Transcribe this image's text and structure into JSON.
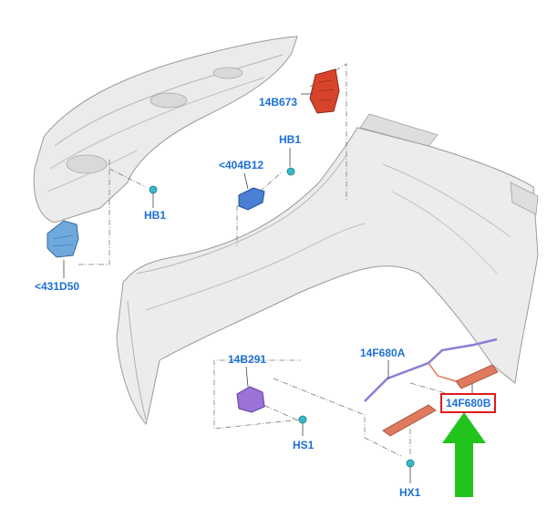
{
  "labels": {
    "part_14b673": "14B673",
    "part_hb1_top": "HB1",
    "part_404b12": "<404B12",
    "part_hb1_left": "HB1",
    "part_431d50": "<431D50",
    "part_14b291": "14B291",
    "part_14f680a": "14F680A",
    "part_14f680b": "14F680B",
    "part_hs1": "HS1",
    "part_hx1": "HX1"
  },
  "colors": {
    "label_text": "#1d6fd6",
    "highlight_box": "#e01b1b",
    "arrow": "#22c31d",
    "part_red": "#d8442a",
    "part_blue": "#6fa8dc",
    "part_purple": "#9b72d6",
    "part_orange": "#e07a5f",
    "part_cyan": "#38b8c8",
    "panel_gray": "#e6e6e6"
  },
  "icons": {
    "pointer": "green-arrow-icon"
  }
}
